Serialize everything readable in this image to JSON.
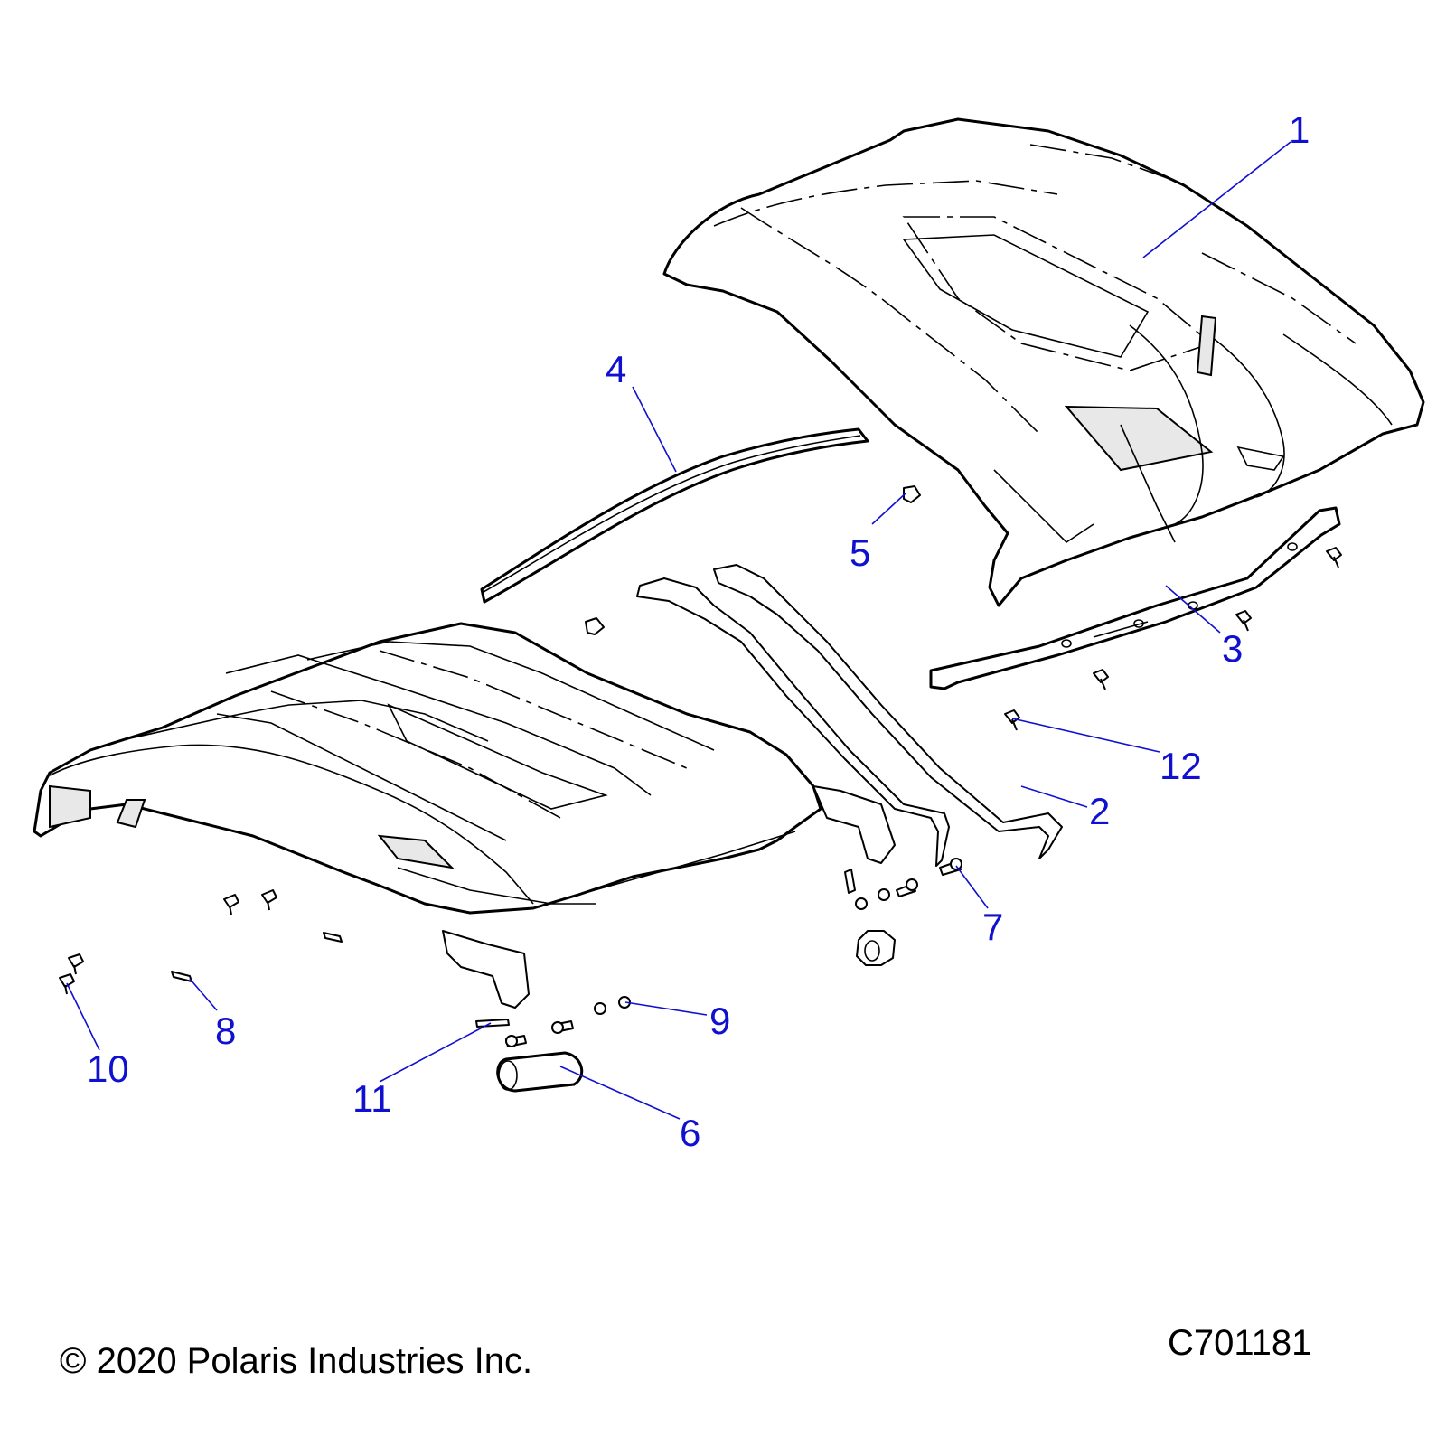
{
  "copyright": "© 2020 Polaris Industries Inc.",
  "drawing_number": "C701181",
  "colors": {
    "callout": "#1010d0",
    "line": "#000000",
    "background": "#ffffff",
    "shade": "#e8e8e8"
  },
  "callouts": [
    {
      "id": "1",
      "label": "1"
    },
    {
      "id": "2",
      "label": "2"
    },
    {
      "id": "3",
      "label": "3"
    },
    {
      "id": "4",
      "label": "4"
    },
    {
      "id": "5",
      "label": "5"
    },
    {
      "id": "6",
      "label": "6"
    },
    {
      "id": "7",
      "label": "7"
    },
    {
      "id": "8",
      "label": "8"
    },
    {
      "id": "9",
      "label": "9"
    },
    {
      "id": "10",
      "label": "10"
    },
    {
      "id": "11",
      "label": "11"
    },
    {
      "id": "12",
      "label": "12"
    }
  ]
}
